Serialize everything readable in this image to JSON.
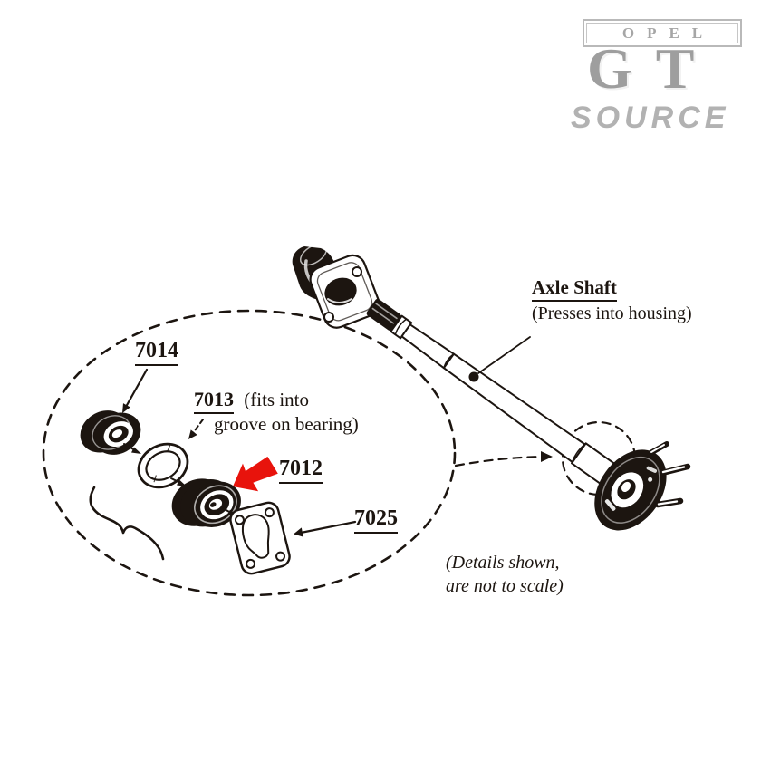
{
  "logo": {
    "brand": "OPEL",
    "model": "GT",
    "source": "SOURCE"
  },
  "labels": {
    "part_7014": "7014",
    "part_7013": "7013",
    "part_7013_note1": "(fits into",
    "part_7013_note2": "groove on bearing)",
    "part_7012": "7012",
    "part_7025": "7025",
    "axle_title": "Axle Shaft",
    "axle_subtitle": "(Presses into housing)",
    "footnote1": "(Details shown,",
    "footnote2": "are not to scale)"
  },
  "icons": {
    "highlight_arrow": "thick-left-block-arrow"
  },
  "colors": {
    "ink": "#1c1510",
    "highlight_arrow": "#e8130c",
    "logo_gray": "#a6a6a6"
  }
}
